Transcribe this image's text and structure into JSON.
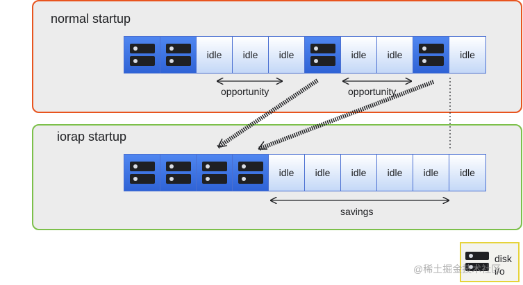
{
  "normal": {
    "title": "normal startup",
    "cells": [
      "io",
      "io",
      "idle",
      "idle",
      "idle",
      "io",
      "idle",
      "idle",
      "io",
      "idle"
    ],
    "idle_label": "idle",
    "opportunity_1": "opportunity",
    "opportunity_2": "opportunity"
  },
  "iorap": {
    "title": "iorap startup",
    "cells": [
      "io",
      "io",
      "io",
      "io",
      "idle",
      "idle",
      "idle",
      "idle",
      "idle",
      "idle"
    ],
    "idle_label": "idle",
    "savings": "savings"
  },
  "legend": {
    "line1": "disk",
    "line2": "i/o"
  },
  "watermark": "@稀土掘金技术社区",
  "colors": {
    "normal_border": "#e8541e",
    "iorap_border": "#7cc04a",
    "io_cell": "#3a6fe0",
    "legend_border": "#e6d33a"
  }
}
